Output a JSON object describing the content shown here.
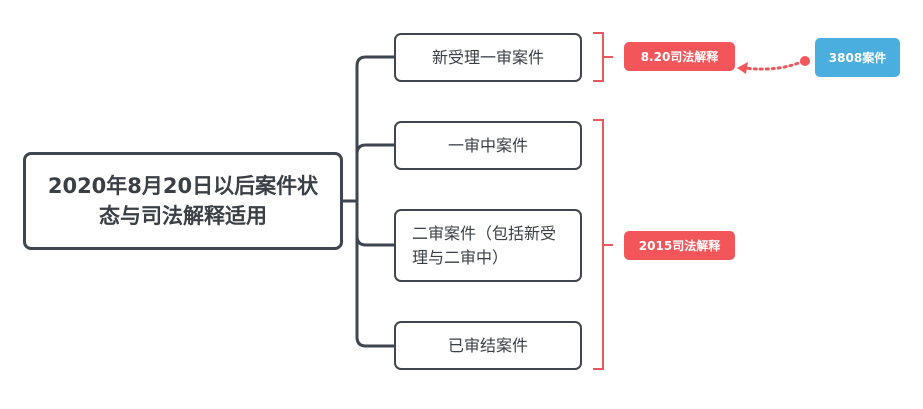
{
  "root": {
    "title": "2020年8月20日以后案件状态与司法解释适用"
  },
  "nodes": [
    {
      "label": "新受理一审案件"
    },
    {
      "label": "一审中案件"
    },
    {
      "label": "二审案件（包括新受理与二审中）"
    },
    {
      "label": "已审结案件"
    }
  ],
  "tags": {
    "new_rule": "8.20司法解释",
    "old_rule": "2015司法解释",
    "case_ref": "3808案件"
  },
  "colors": {
    "line": "#3e4652",
    "bracket": "#e8585c",
    "tag_red": "#f2565a",
    "tag_blue": "#4aaede"
  }
}
